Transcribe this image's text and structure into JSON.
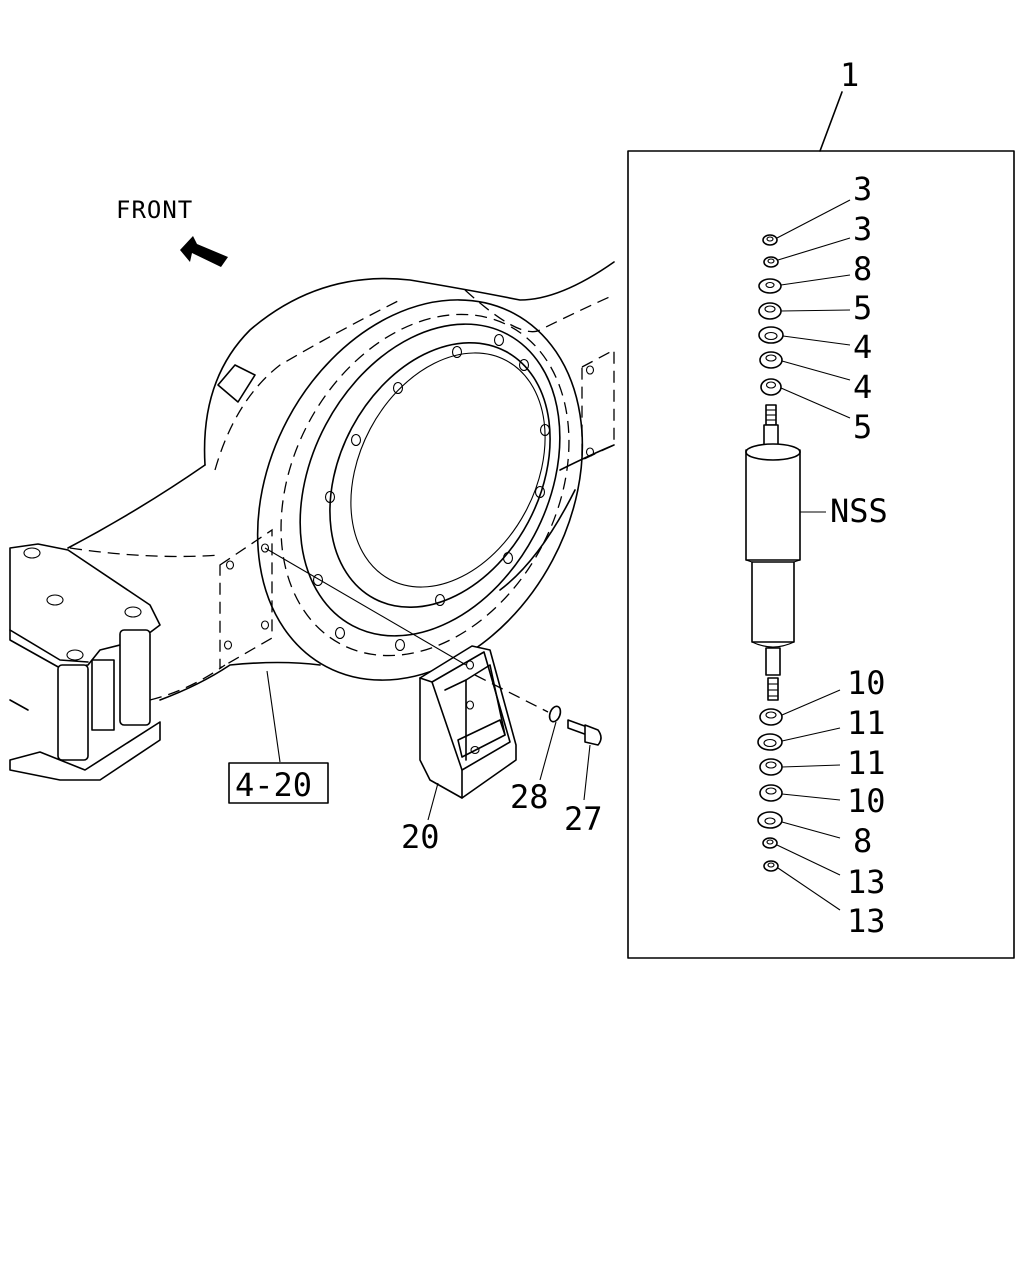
{
  "direction_label": "FRONT",
  "ref_box_label": "4-20",
  "labels": {
    "assembly": "1",
    "nut_a": "3",
    "nut_b": "3",
    "washer_top": "8",
    "bushing_top": "5",
    "rubber_a": "4",
    "rubber_b": "4",
    "bushing_b": "5",
    "shock_absorber": "NSS",
    "washer_low_a": "10",
    "rubber_low_a": "11",
    "rubber_low_b": "11",
    "washer_low_b": "10",
    "washer_bottom": "8",
    "nut_low_a": "13",
    "nut_low_b": "13",
    "bracket": "20",
    "clip": "28",
    "bolt": "27"
  },
  "icons": {
    "front_arrow": "arrow-up-left-icon"
  }
}
